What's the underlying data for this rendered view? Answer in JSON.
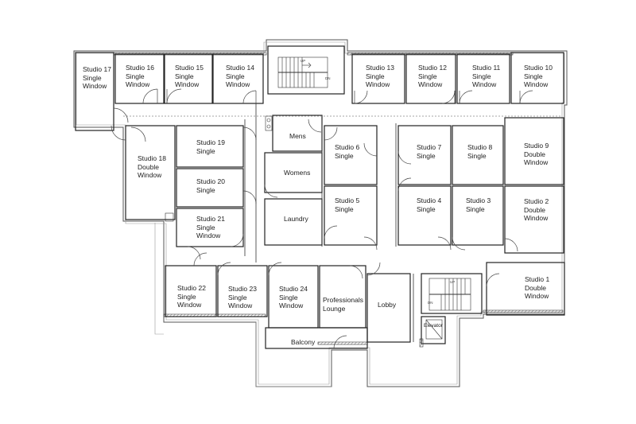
{
  "rooms": {
    "studio17": "Studio 17\nSingle\nWindow",
    "studio16": "Studio 16\nSingle\nWindow",
    "studio15": "Studio 15\nSingle\nWindow",
    "studio14": "Studio 14\nSingle\nWindow",
    "studio13": "Studio 13\nSingle\nWindow",
    "studio12": "Studio 12\nSingle\nWindow",
    "studio11": "Studio 11\nSingle\nWindow",
    "studio10": "Studio 10\nSingle\nWindow",
    "studio19": "Studio 19\nSingle",
    "studio18": "Studio 18\nDouble\nWindow",
    "studio20": "Studio 20\nSingle",
    "studio21": "Studio 21\nSingle\nWindow",
    "mens": "Mens",
    "womens": "Womens",
    "laundry": "Laundry",
    "studio6": "Studio 6\nSingle",
    "studio5": "Studio 5\nSingle",
    "studio7": "Studio 7\nSingle",
    "studio8": "Studio 8\nSingle",
    "studio9": "Studio 9\nDouble\nWindow",
    "studio4": "Studio 4\nSingle",
    "studio3": "Studio 3\nSingle",
    "studio2": "Studio 2\nDouble\nWindow",
    "studio22": "Studio 22\nSingle\nWindow",
    "studio23": "Studio 23\nSingle\nWindow",
    "studio24": "Studio 24\nSingle\nWindow",
    "professionals_lounge": "Professionals\nLounge",
    "lobby": "Lobby",
    "studio1": "Studio 1\nDouble\nWindow",
    "elevator": "Elevator",
    "balcony": "Balcony"
  },
  "stair_marks": {
    "up_top": "UP",
    "down_top": "DN",
    "up_bottom": "UP",
    "down_bottom": "DN"
  }
}
